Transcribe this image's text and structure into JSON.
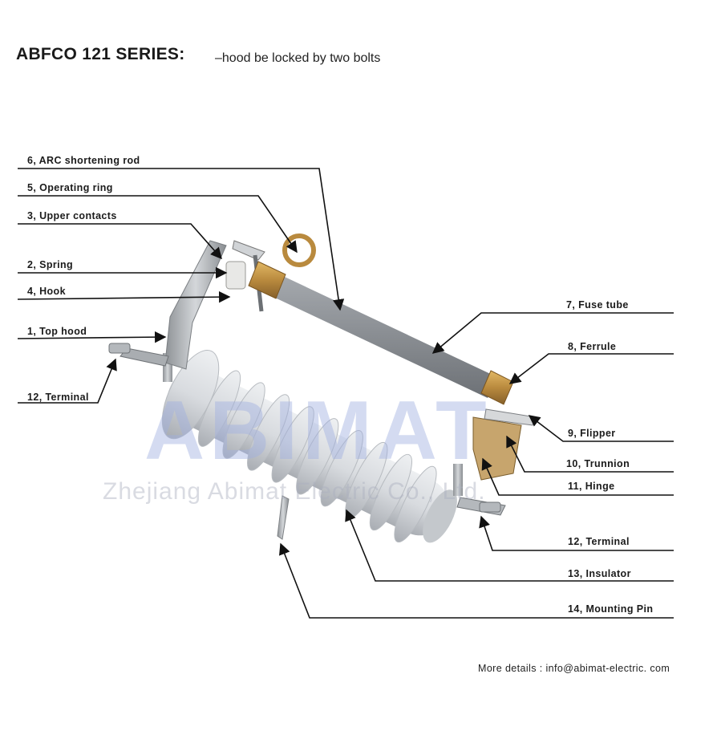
{
  "header": {
    "title": "ABFCO 121 SERIES:",
    "subtitle": "–hood be locked by two bolts"
  },
  "watermark": {
    "brand": "ABIMAT",
    "company": "Zhejiang Abimat Electric Co., Ltd."
  },
  "labels": {
    "arc_rod": "6, ARC shortening  rod",
    "operating_ring": "5, Operating ring",
    "upper_contacts": "3, Upper contacts",
    "spring": "2, Spring",
    "hook": "4, Hook",
    "top_hood": "1, Top hood",
    "terminal_left": "12, Terminal",
    "fuse_tube": "7, Fuse tube",
    "ferrule": "8, Ferrule",
    "flipper": "9, Flipper",
    "trunnion": "10, Trunnion",
    "hinge": "11, Hinge",
    "terminal_right": "12, Terminal",
    "insulator": "13, Insulator",
    "mounting_pin": "14, Mounting  Pin"
  },
  "footer": {
    "text": "More  details :  info@abimat-electric. com"
  },
  "colors": {
    "porcelain": "#d9dce0",
    "tube": "#8d9196",
    "brass": "#b98a3e",
    "steel": "#b9bcbf",
    "leader": "#111111"
  }
}
